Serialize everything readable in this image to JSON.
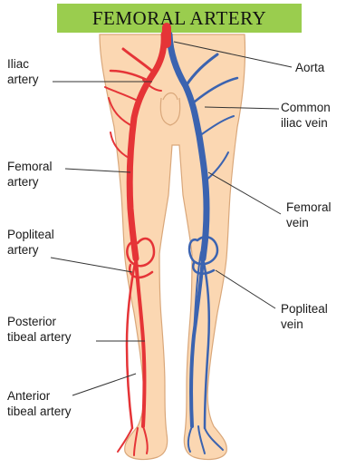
{
  "title": "FEMORAL ARTERY",
  "colors": {
    "banner": "#9ACD4E",
    "skin": "#FBD7B2",
    "skin_outline": "#D9A77A",
    "artery": "#E53437",
    "artery_dark": "#B8262B",
    "vein": "#3B63B0",
    "vein_dark": "#274C8F",
    "leader": "#333333"
  },
  "labels": {
    "iliac_artery": [
      "Iliac",
      "artery"
    ],
    "femoral_artery": [
      "Femoral",
      "artery"
    ],
    "popliteal_artery": [
      "Popliteal",
      "artery"
    ],
    "posterior_tibeal_artery": [
      "Posterior",
      "tibeal artery"
    ],
    "anterior_tibeal_artery": [
      "Anterior",
      "tibeal artery"
    ],
    "aorta": [
      "Aorta"
    ],
    "common_iliac_vein": [
      "Common",
      "iliac vein"
    ],
    "femoral_vein": [
      "Femoral",
      "vein"
    ],
    "popliteal_vein": [
      "Popliteal",
      "vein"
    ]
  }
}
